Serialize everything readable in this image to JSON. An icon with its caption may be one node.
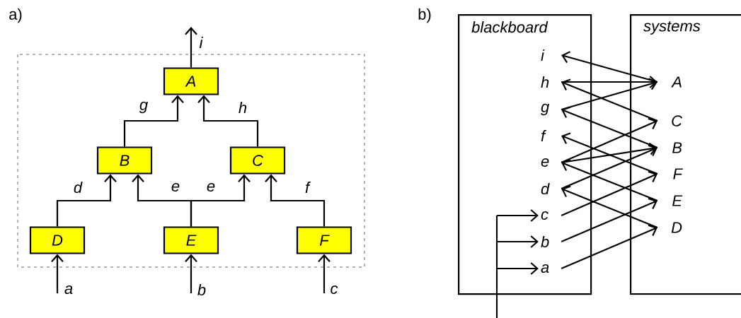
{
  "diagram": {
    "nodes": [
      {
        "text": [
          "A"
        ]
      },
      {
        "text": [
          "B"
        ]
      },
      {
        "text": [
          "C"
        ]
      },
      {
        "text": [
          "D"
        ]
      },
      {
        "text": [
          "E"
        ]
      },
      {
        "text": [
          "F"
        ]
      },
      {
        "text": [
          "blackboard"
        ]
      },
      {
        "text": [
          "systems"
        ]
      },
      {
        "text": [
          "i"
        ],
        "in": 6
      },
      {
        "text": [
          "h"
        ],
        "in": 6
      },
      {
        "text": [
          "g"
        ],
        "in": 6
      },
      {
        "text": [
          "f"
        ],
        "in": 6
      },
      {
        "text": [
          "e"
        ],
        "in": 6
      },
      {
        "text": [
          "d"
        ],
        "in": 6
      },
      {
        "text": [
          "c"
        ],
        "in": 6
      },
      {
        "text": [
          "b"
        ],
        "in": 6
      },
      {
        "text": [
          "a"
        ],
        "in": 6
      },
      {
        "text": [
          "A"
        ],
        "in": 7
      },
      {
        "text": [
          "C"
        ],
        "in": 7
      },
      {
        "text": [
          "B"
        ],
        "in": 7
      },
      {
        "text": [
          "F"
        ],
        "in": 7
      },
      {
        "text": [
          "E"
        ],
        "in": 7
      },
      {
        "text": [
          "D"
        ],
        "in": 7
      }
    ],
    "edges": [
      {
        "from": 3,
        "to": 1,
        "arrow": "to",
        "label": "d"
      },
      {
        "from": 4,
        "to": 1,
        "arrow": "to",
        "label": "e"
      },
      {
        "from": 4,
        "to": 2,
        "arrow": "to",
        "label": "e"
      },
      {
        "from": 5,
        "to": 2,
        "arrow": "to",
        "label": "f"
      },
      {
        "from": 1,
        "to": 0,
        "arrow": "to",
        "label": "g"
      },
      {
        "from": 2,
        "to": 0,
        "arrow": "to",
        "label": "h"
      },
      {
        "from": 0,
        "to": null,
        "arrow": "to",
        "label": "i"
      },
      {
        "from": null,
        "to": 3,
        "arrow": "to",
        "label": "a"
      },
      {
        "from": null,
        "to": 4,
        "arrow": "to",
        "label": "b"
      },
      {
        "from": null,
        "to": 5,
        "arrow": "to",
        "label": "c"
      },
      {
        "from": 17,
        "to": 8,
        "arrow": "to"
      },
      {
        "from": 9,
        "to": 17,
        "arrow": "to"
      },
      {
        "from": 10,
        "to": 17,
        "arrow": "to"
      },
      {
        "from": 18,
        "to": 9,
        "arrow": "to"
      },
      {
        "from": 19,
        "to": 10,
        "arrow": "to"
      },
      {
        "from": 20,
        "to": 11,
        "arrow": "to"
      },
      {
        "from": 21,
        "to": 12,
        "arrow": "to"
      },
      {
        "from": 12,
        "to": 19,
        "arrow": "to"
      },
      {
        "from": 12,
        "to": 18,
        "arrow": "to"
      },
      {
        "from": 22,
        "to": 13,
        "arrow": "to"
      },
      {
        "from": 13,
        "to": 19,
        "arrow": "to"
      },
      {
        "from": 14,
        "to": 20,
        "arrow": "to"
      },
      {
        "from": 15,
        "to": 21,
        "arrow": "to"
      },
      {
        "from": 16,
        "to": 22,
        "arrow": "to"
      },
      {
        "from": null,
        "to": 14,
        "arrow": "to"
      },
      {
        "from": null,
        "to": 15,
        "arrow": "to"
      },
      {
        "from": null,
        "to": 16,
        "arrow": "to"
      }
    ],
    "labels": [
      "a)",
      "b)"
    ]
  }
}
